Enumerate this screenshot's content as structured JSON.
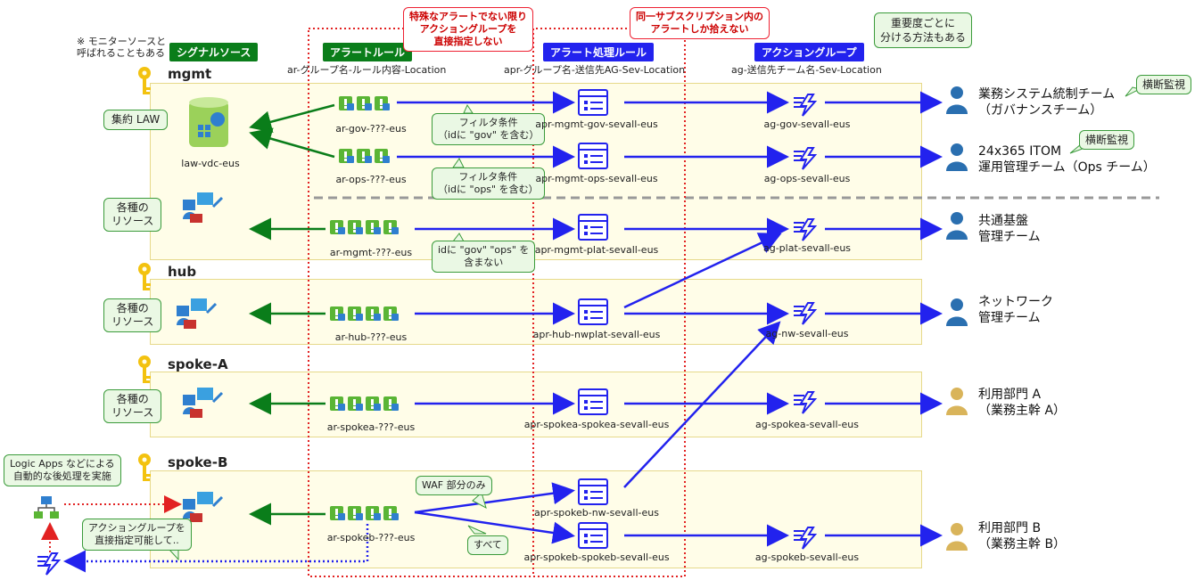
{
  "headers": {
    "note_monitor": [
      "※ モニターソースと",
      "呼ばれることもある"
    ],
    "signal": "シグナルソース",
    "alert_rule": "アラートルール",
    "alert_rule_naming": "ar-グループ名-ルール内容-Location",
    "apr": "アラート処理ルール",
    "apr_naming": "apr-グループ名-送信先AG-Sev-Location",
    "ag": "アクショングループ",
    "ag_naming": "ag-送信先チーム名-Sev-Location"
  },
  "callouts": {
    "special_alert": [
      "特殊なアラートでない限り",
      "アクショングループを",
      "直接指定しない"
    ],
    "same_subscription": [
      "同一サブスクリプション内の",
      "アラートしか拾えない"
    ],
    "severity": [
      "重要度ごとに",
      "分ける方法もある"
    ],
    "filter_gov": [
      "フィルタ条件",
      "（idに \"gov\" を含む）"
    ],
    "filter_ops": [
      "フィルタ条件",
      "（idに \"ops\" を含む）"
    ],
    "filter_plat": [
      "idに \"gov\" \"ops\" を",
      "含まない"
    ],
    "waf_only": "WAF 部分のみ",
    "all": "すべて",
    "logic_apps": [
      "Logic Apps などによる",
      "自動的な後処理を実施"
    ],
    "ag_direct": [
      "アクショングループを",
      "直接指定可能して.."
    ],
    "cross_monitor_1": "横断監視",
    "cross_monitor_2": "横断監視"
  },
  "subscriptions": {
    "mgmt": "mgmt",
    "hub": "hub",
    "spoke_a": "spoke-A",
    "spoke_b": "spoke-B"
  },
  "resources": {
    "law_box": "集約 LAW",
    "law_name": "law-vdc-eus",
    "various": [
      "各種の",
      "リソース"
    ]
  },
  "alert_rules": {
    "gov": "ar-gov-???-eus",
    "ops": "ar-ops-???-eus",
    "mgmt": "ar-mgmt-???-eus",
    "hub": "ar-hub-???-eus",
    "spokea": "ar-spokea-???-eus",
    "spokeb": "ar-spokeb-???-eus"
  },
  "aprs": {
    "gov": "apr-mgmt-gov-sevall-eus",
    "ops": "apr-mgmt-ops-sevall-eus",
    "plat": "apr-mgmt-plat-sevall-eus",
    "hub": "apr-hub-nwplat-sevall-eus",
    "spokea": "apr-spokea-spokea-sevall-eus",
    "spokeb_nw": "apr-spokeb-nw-sevall-eus",
    "spokeb": "apr-spokeb-spokeb-sevall-eus"
  },
  "action_groups": {
    "gov": "ag-gov-sevall-eus",
    "ops": "ag-ops-sevall-eus",
    "plat": "ag-plat-sevall-eus",
    "nw": "ag-nw-sevall-eus",
    "spokea": "ag-spokea-sevall-eus",
    "spokeb": "ag-spokeb-sevall-eus"
  },
  "teams": {
    "gov": [
      "業務システム統制チーム",
      "（ガバナンスチーム）"
    ],
    "ops": [
      "24x365 ITOM",
      "運用管理チーム（Ops チーム）"
    ],
    "plat": [
      "共通基盤",
      "管理チーム"
    ],
    "nw": [
      "ネットワーク",
      "管理チーム"
    ],
    "spokea": [
      "利用部門 A",
      "（業務主幹 A）"
    ],
    "spokeb": [
      "利用部門 B",
      "（業務主幹 B）"
    ]
  },
  "colors": {
    "band_fill": "#fffde8",
    "green_arrow": "#0a7d1a",
    "blue_arrow": "#2222ee",
    "red_dotted": "#e22222",
    "person_blue": "#2a6fb0",
    "person_tan": "#d9b45a"
  }
}
